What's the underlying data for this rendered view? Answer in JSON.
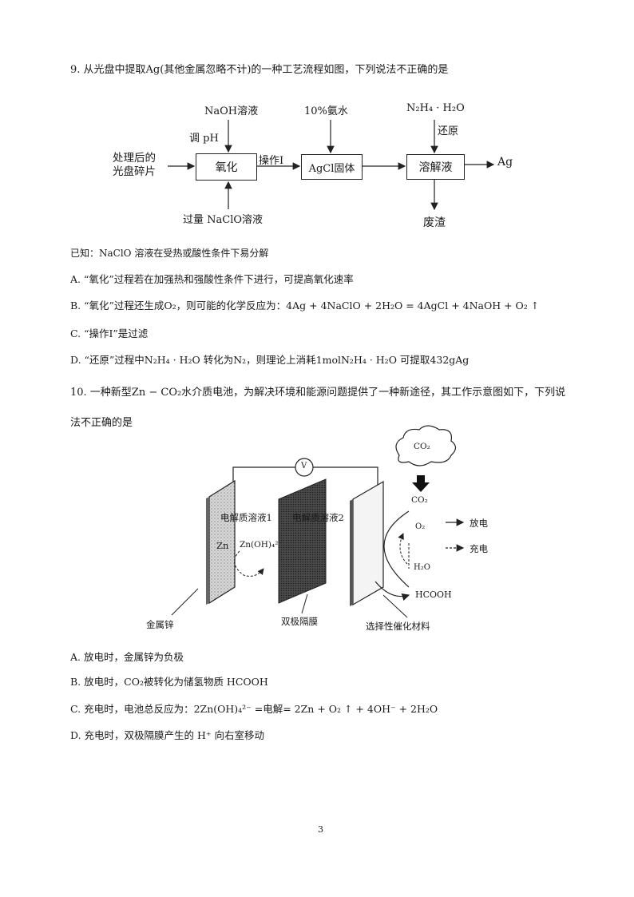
{
  "q9": {
    "stem": "9. 从光盘中提取Ag(其他金属忽略不计)的一种工艺流程如图，下列说法不正确的是",
    "flow": {
      "input": [
        "处理后的",
        "光盘碎片"
      ],
      "naoh": "NaOH溶液",
      "adjust_ph": "调 pH",
      "naclo": "过量 NaClO溶液",
      "oxidation": "氧化",
      "operation": "操作Ⅰ",
      "agcl_solid": "AgCl固体",
      "ammonia": "10%氨水",
      "dissolved": "溶解液",
      "hydrazine": "N₂H₄ · H₂O",
      "reduction": "还原",
      "product": "Ag",
      "residue": "废渣"
    },
    "known": "已知：NaClO 溶液在受热或酸性条件下易分解",
    "options": [
      "A. “氧化”过程若在加强热和强酸性条件下进行，可提高氧化速率",
      "B. “氧化”过程还生成O₂，则可能的化学反应为：4Ag + 4NaClO + 2H₂O = 4AgCl + 4NaOH + O₂ ↑",
      "C. “操作Ⅰ”是过滤",
      "D. “还原”过程中N₂H₄ · H₂O 转化为N₂，则理论上消耗1molN₂H₄ · H₂O 可提取432gAg"
    ]
  },
  "q10": {
    "stem_line1": "10. 一种新型Zn − CO₂水介质电池，为解决环境和能源问题提供了一种新途径，其工作示意图如下，下列说",
    "stem_line2": "法不正确的是",
    "diagram": {
      "voltmeter": "V",
      "cloud_label": "CO₂",
      "electrolyte1": "电解质溶液1",
      "electrolyte2": "电解质溶液2",
      "zn": "Zn",
      "zn_oh": "Zn(OH)₄²⁻",
      "co2": "CO₂",
      "o2": "O₂",
      "h2o": "H₂O",
      "hcooh": "HCOOH",
      "discharge": "放电",
      "charge": "充电",
      "zinc_label": "金属锌",
      "membrane_label": "双极隔膜",
      "catalyst_label": "选择性催化材料"
    },
    "options": [
      "A. 放电时，金属锌为负极",
      "B. 放电时，CO₂被转化为储氢物质 HCOOH",
      "C. 充电时，电池总反应为：2Zn(OH)₄²⁻ =电解= 2Zn + O₂ ↑ + 4OH⁻ + 2H₂O",
      "D. 充电时，双极隔膜产生的 H⁺ 向右室移动"
    ]
  },
  "page_number": "3"
}
